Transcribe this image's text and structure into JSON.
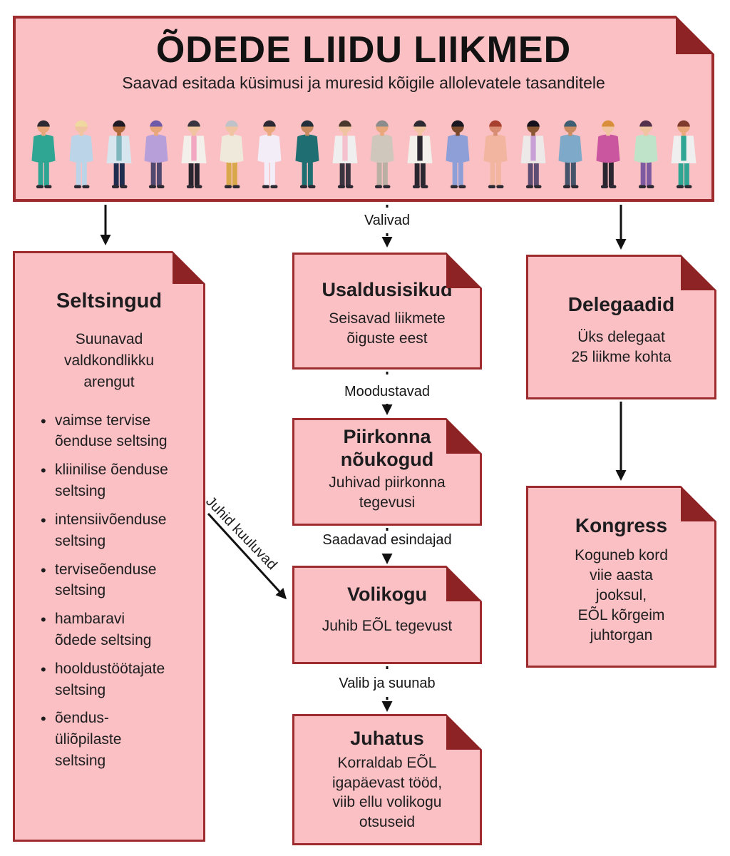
{
  "banner": {
    "title": "ÕDEDE LIIDU LIIKMED",
    "subtitle": "Saavad esitada küsimusi ja muresid kõigile allolevatele tasanditele",
    "people": [
      {
        "skin": "#E8A87C",
        "hair": "#2E2A33",
        "top": "#2FA693",
        "bottom": "#2FA693"
      },
      {
        "skin": "#F0C4A0",
        "hair": "#EFD9A0",
        "top": "#BCD4E8",
        "bottom": "#BCD4E8"
      },
      {
        "skin": "#B06A3B",
        "hair": "#1F1A24",
        "coat": "#D7E5EE",
        "top": "#7FB6BE",
        "bottom": "#1F2D4E"
      },
      {
        "skin": "#E8A87C",
        "hair": "#6E5AA8",
        "top": "#B79FD9",
        "bottom": "#50486E"
      },
      {
        "skin": "#F0C4A0",
        "hair": "#3A3340",
        "coat": "#F3EFEA",
        "top": "#F2A7C3",
        "bottom": "#28242E"
      },
      {
        "skin": "#F0C4A0",
        "hair": "#BFC3C9",
        "top": "#EFE9DC",
        "bottom": "#D9A84B"
      },
      {
        "skin": "#E8A87C",
        "hair": "#2E2A33",
        "top": "#F2EDF7",
        "bottom": "#F2EDF7"
      },
      {
        "skin": "#C98B60",
        "hair": "#23303C",
        "top": "#1E6E72",
        "bottom": "#1E6E72"
      },
      {
        "skin": "#F0C4A0",
        "hair": "#4A3A2E",
        "coat": "#EFEFEF",
        "top": "#F5C1CE",
        "bottom": "#3A3340"
      },
      {
        "skin": "#E8A87C",
        "hair": "#8C8C8C",
        "top": "#CFC7BC",
        "bottom": "#B9AFA3"
      },
      {
        "skin": "#F0C4A0",
        "hair": "#2E2A33",
        "coat": "#F3EFEA",
        "top": "#2B2730",
        "bottom": "#2B2730"
      },
      {
        "skin": "#7C4A2D",
        "hair": "#191722",
        "top": "#8D9FD6",
        "bottom": "#8D9FD6"
      },
      {
        "skin": "#D98E73",
        "hair": "#A8402F",
        "top": "#F2B5A0",
        "bottom": "#F2B5A0"
      },
      {
        "skin": "#8A5634",
        "hair": "#14111C",
        "coat": "#EDE9E9",
        "top": "#C9A0D6",
        "bottom": "#5E4E73"
      },
      {
        "skin": "#C98B60",
        "hair": "#3E5F73",
        "top": "#7FA9C9",
        "bottom": "#46546B"
      },
      {
        "skin": "#F0C4A0",
        "hair": "#D98E3A",
        "top": "#C9569E",
        "bottom": "#2B2730"
      },
      {
        "skin": "#F0C4A0",
        "hair": "#55304D",
        "top": "#BFE3C8",
        "bottom": "#7E5AA0"
      },
      {
        "skin": "#E8A87C",
        "hair": "#7E3B2E",
        "coat": "#EFEFEF",
        "top": "#2FA693",
        "bottom": "#2FA693"
      }
    ]
  },
  "cards": {
    "seltsingud": {
      "title": "Seltsingud",
      "subtitle": "Suunavad\nvaldkondlikku\narengut",
      "bullets": [
        "vaimse tervise\nõenduse seltsing",
        "kliinilise õenduse\nseltsing",
        "intensiivõenduse\nseltsing",
        "terviseõenduse\nseltsing",
        "hambaravi\nõdede seltsing",
        "hooldustöötajate\nseltsing",
        "õendus-\nüliõpilaste\nseltsing"
      ]
    },
    "usaldusisikud": {
      "title": "Usaldusisikud",
      "body": "Seisavad liikmete\nõiguste eest"
    },
    "piirkonna": {
      "title": "Piirkonna\nnõukogud",
      "body": "Juhivad piirkonna\ntegevusi"
    },
    "volikogu": {
      "title": "Volikogu",
      "body": "Juhib EÕL tegevust"
    },
    "juhatus": {
      "title": "Juhatus",
      "body": "Korraldab EÕL\nigapäevast tööd,\nviib ellu volikogu\notsuseid"
    },
    "delegaadid": {
      "title": "Delegaadid",
      "body": "Üks delegaat\n25 liikme kohta"
    },
    "kongress": {
      "title": "Kongress",
      "body": "Koguneb kord\nviie aasta\njooksul,\nEÕL kõrgeim\njuhtorgan"
    }
  },
  "connectors": {
    "valivad": "Valivad",
    "moodustavad": "Moodustavad",
    "saadavad_esindajad": "Saadavad esindajad",
    "valib_ja_suunab": "Valib ja suunab",
    "juhid_kuuluvad": "Juhid kuuluvad"
  },
  "colors": {
    "card_fill": "#FBC0C3",
    "card_border": "#9E2B2E",
    "fold": "#8E2326",
    "arrow": "#111111",
    "text": "#1D1D1F",
    "page_background": "#FFFFFF"
  }
}
